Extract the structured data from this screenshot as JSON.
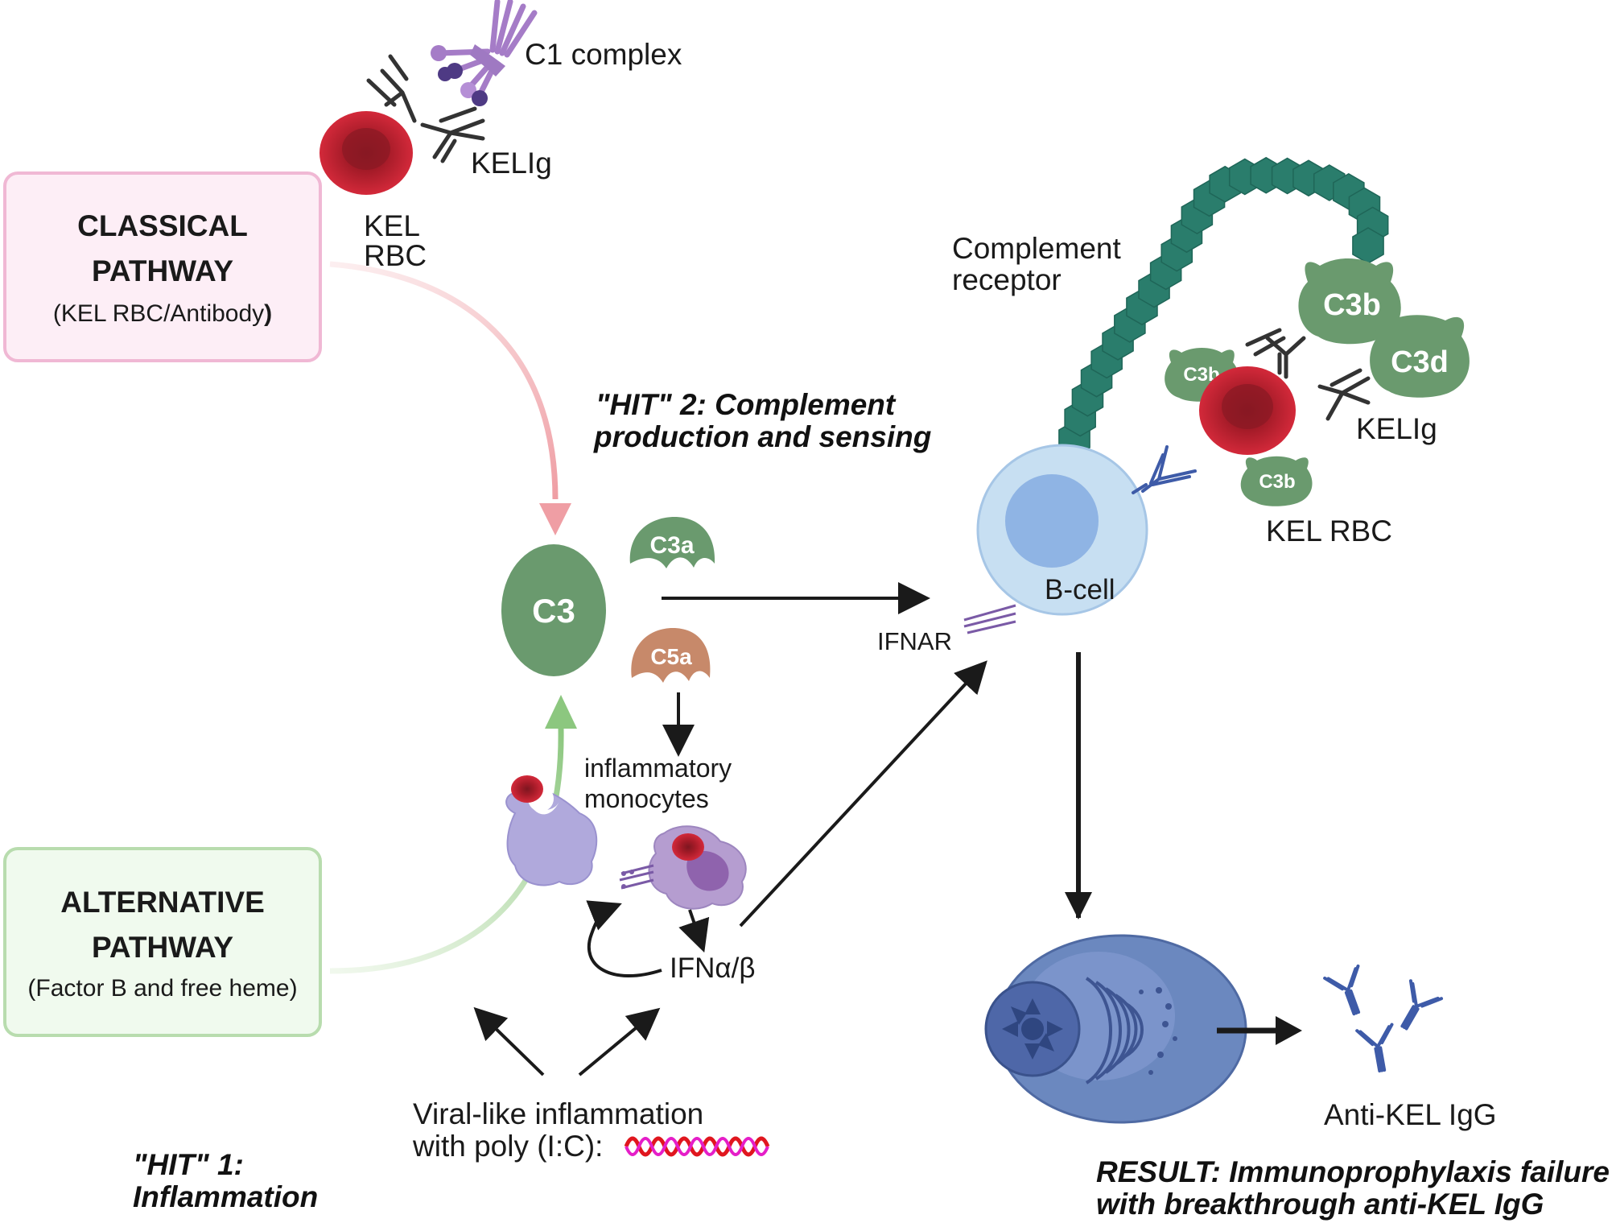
{
  "classical": {
    "line1": "CLASSICAL",
    "line2": "PATHWAY",
    "sub_pre": "(KEL RBC/Antibody",
    "sub_close": ")"
  },
  "alternative": {
    "line1": "ALTERNATIVE",
    "line2": "PATHWAY",
    "sub": "(Factor B and free heme)"
  },
  "top": {
    "c1": "C1 complex",
    "kelig": "KELIg",
    "kel": "KEL",
    "rbc": "RBC"
  },
  "hit2": {
    "line1": "\"HIT\" 2: Complement",
    "line2": "production and sensing"
  },
  "hit1": {
    "line1": "\"HIT\" 1:",
    "line2": "Inflammation"
  },
  "complement": {
    "c3": "C3",
    "c3a": "C3a",
    "c5a": "C5a",
    "c3b": "C3b",
    "c3d": "C3d",
    "c3b_small": "C3b"
  },
  "monocytes": {
    "line1": "inflammatory",
    "line2": "monocytes"
  },
  "ifn": "IFNα/β",
  "viral": {
    "line1": "Viral-like inflammation",
    "line2": "with poly (I:C):"
  },
  "receptor": {
    "line1": "Complement",
    "line2": "receptor"
  },
  "bcell": {
    "label": "B-cell",
    "ifnar": "IFNAR",
    "kelig": "KELIg",
    "kelrbc": "KEL RBC"
  },
  "output": {
    "antikel": "Anti-KEL IgG"
  },
  "result": {
    "line1": "RESULT: Immunoprophylaxis failure",
    "line2": "with breakthrough anti-KEL IgG"
  },
  "colors": {
    "classical_fill": "#fdeef6",
    "classical_border": "#f0b8d4",
    "alternative_fill": "#f0faee",
    "alternative_border": "#b8dcae",
    "complement_green": "#6a9a6e",
    "c5a_orange": "#c7896a",
    "rbc_red": "#c3202e",
    "bcell_blue": "#c7dff2",
    "receptor_teal": "#2a7d6c",
    "plasma_blue": "#6b88bf",
    "antibody_blue": "#3e5ba8"
  }
}
